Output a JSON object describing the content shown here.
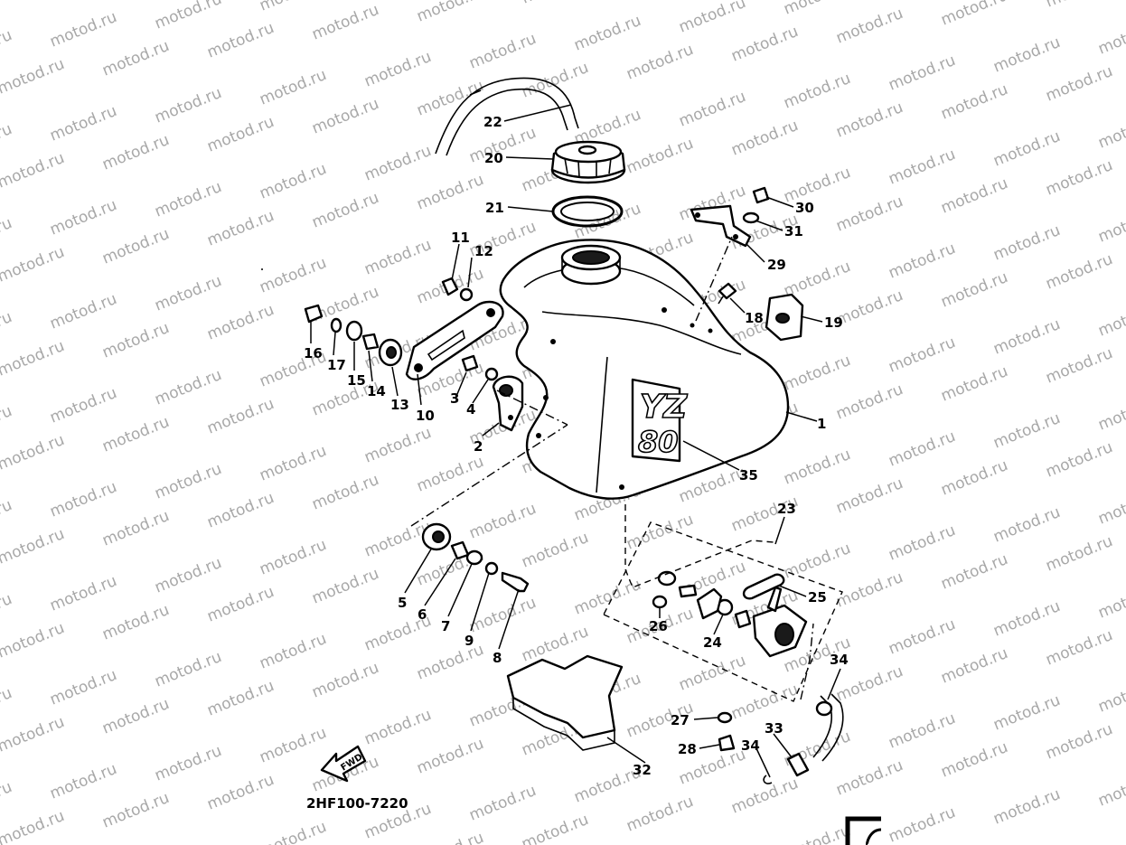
{
  "watermark": "motod.ru",
  "part_code": "2HF100-7220",
  "fwd_label": "FWD",
  "tank_badge_top": "YZ",
  "tank_badge_bottom": "80",
  "colors": {
    "ink": "#000000",
    "watermark": "#a8a8a8",
    "paper": "#ffffff"
  },
  "callouts": [
    {
      "id": "c1",
      "text": "1"
    },
    {
      "id": "c2",
      "text": "2"
    },
    {
      "id": "c3",
      "text": "3"
    },
    {
      "id": "c4",
      "text": "4"
    },
    {
      "id": "c5",
      "text": "5"
    },
    {
      "id": "c6",
      "text": "6"
    },
    {
      "id": "c7",
      "text": "7"
    },
    {
      "id": "c8",
      "text": "8"
    },
    {
      "id": "c9",
      "text": "9"
    },
    {
      "id": "c10",
      "text": "10"
    },
    {
      "id": "c11",
      "text": "11"
    },
    {
      "id": "c12",
      "text": "12"
    },
    {
      "id": "c13",
      "text": "13"
    },
    {
      "id": "c14",
      "text": "14"
    },
    {
      "id": "c15",
      "text": "15"
    },
    {
      "id": "c16",
      "text": "16"
    },
    {
      "id": "c17",
      "text": "17"
    },
    {
      "id": "c18",
      "text": "18"
    },
    {
      "id": "c19",
      "text": "19"
    },
    {
      "id": "c20",
      "text": "20"
    },
    {
      "id": "c21",
      "text": "21"
    },
    {
      "id": "c22",
      "text": "22"
    },
    {
      "id": "c23",
      "text": "23"
    },
    {
      "id": "c24",
      "text": "24"
    },
    {
      "id": "c25",
      "text": "25"
    },
    {
      "id": "c26",
      "text": "26"
    },
    {
      "id": "c27",
      "text": "27"
    },
    {
      "id": "c28",
      "text": "28"
    },
    {
      "id": "c29",
      "text": "29"
    },
    {
      "id": "c30",
      "text": "30"
    },
    {
      "id": "c31",
      "text": "31"
    },
    {
      "id": "c32",
      "text": "32"
    },
    {
      "id": "c33",
      "text": "33"
    },
    {
      "id": "c34a",
      "text": "34"
    },
    {
      "id": "c34b",
      "text": "34"
    },
    {
      "id": "c35",
      "text": "35"
    }
  ]
}
